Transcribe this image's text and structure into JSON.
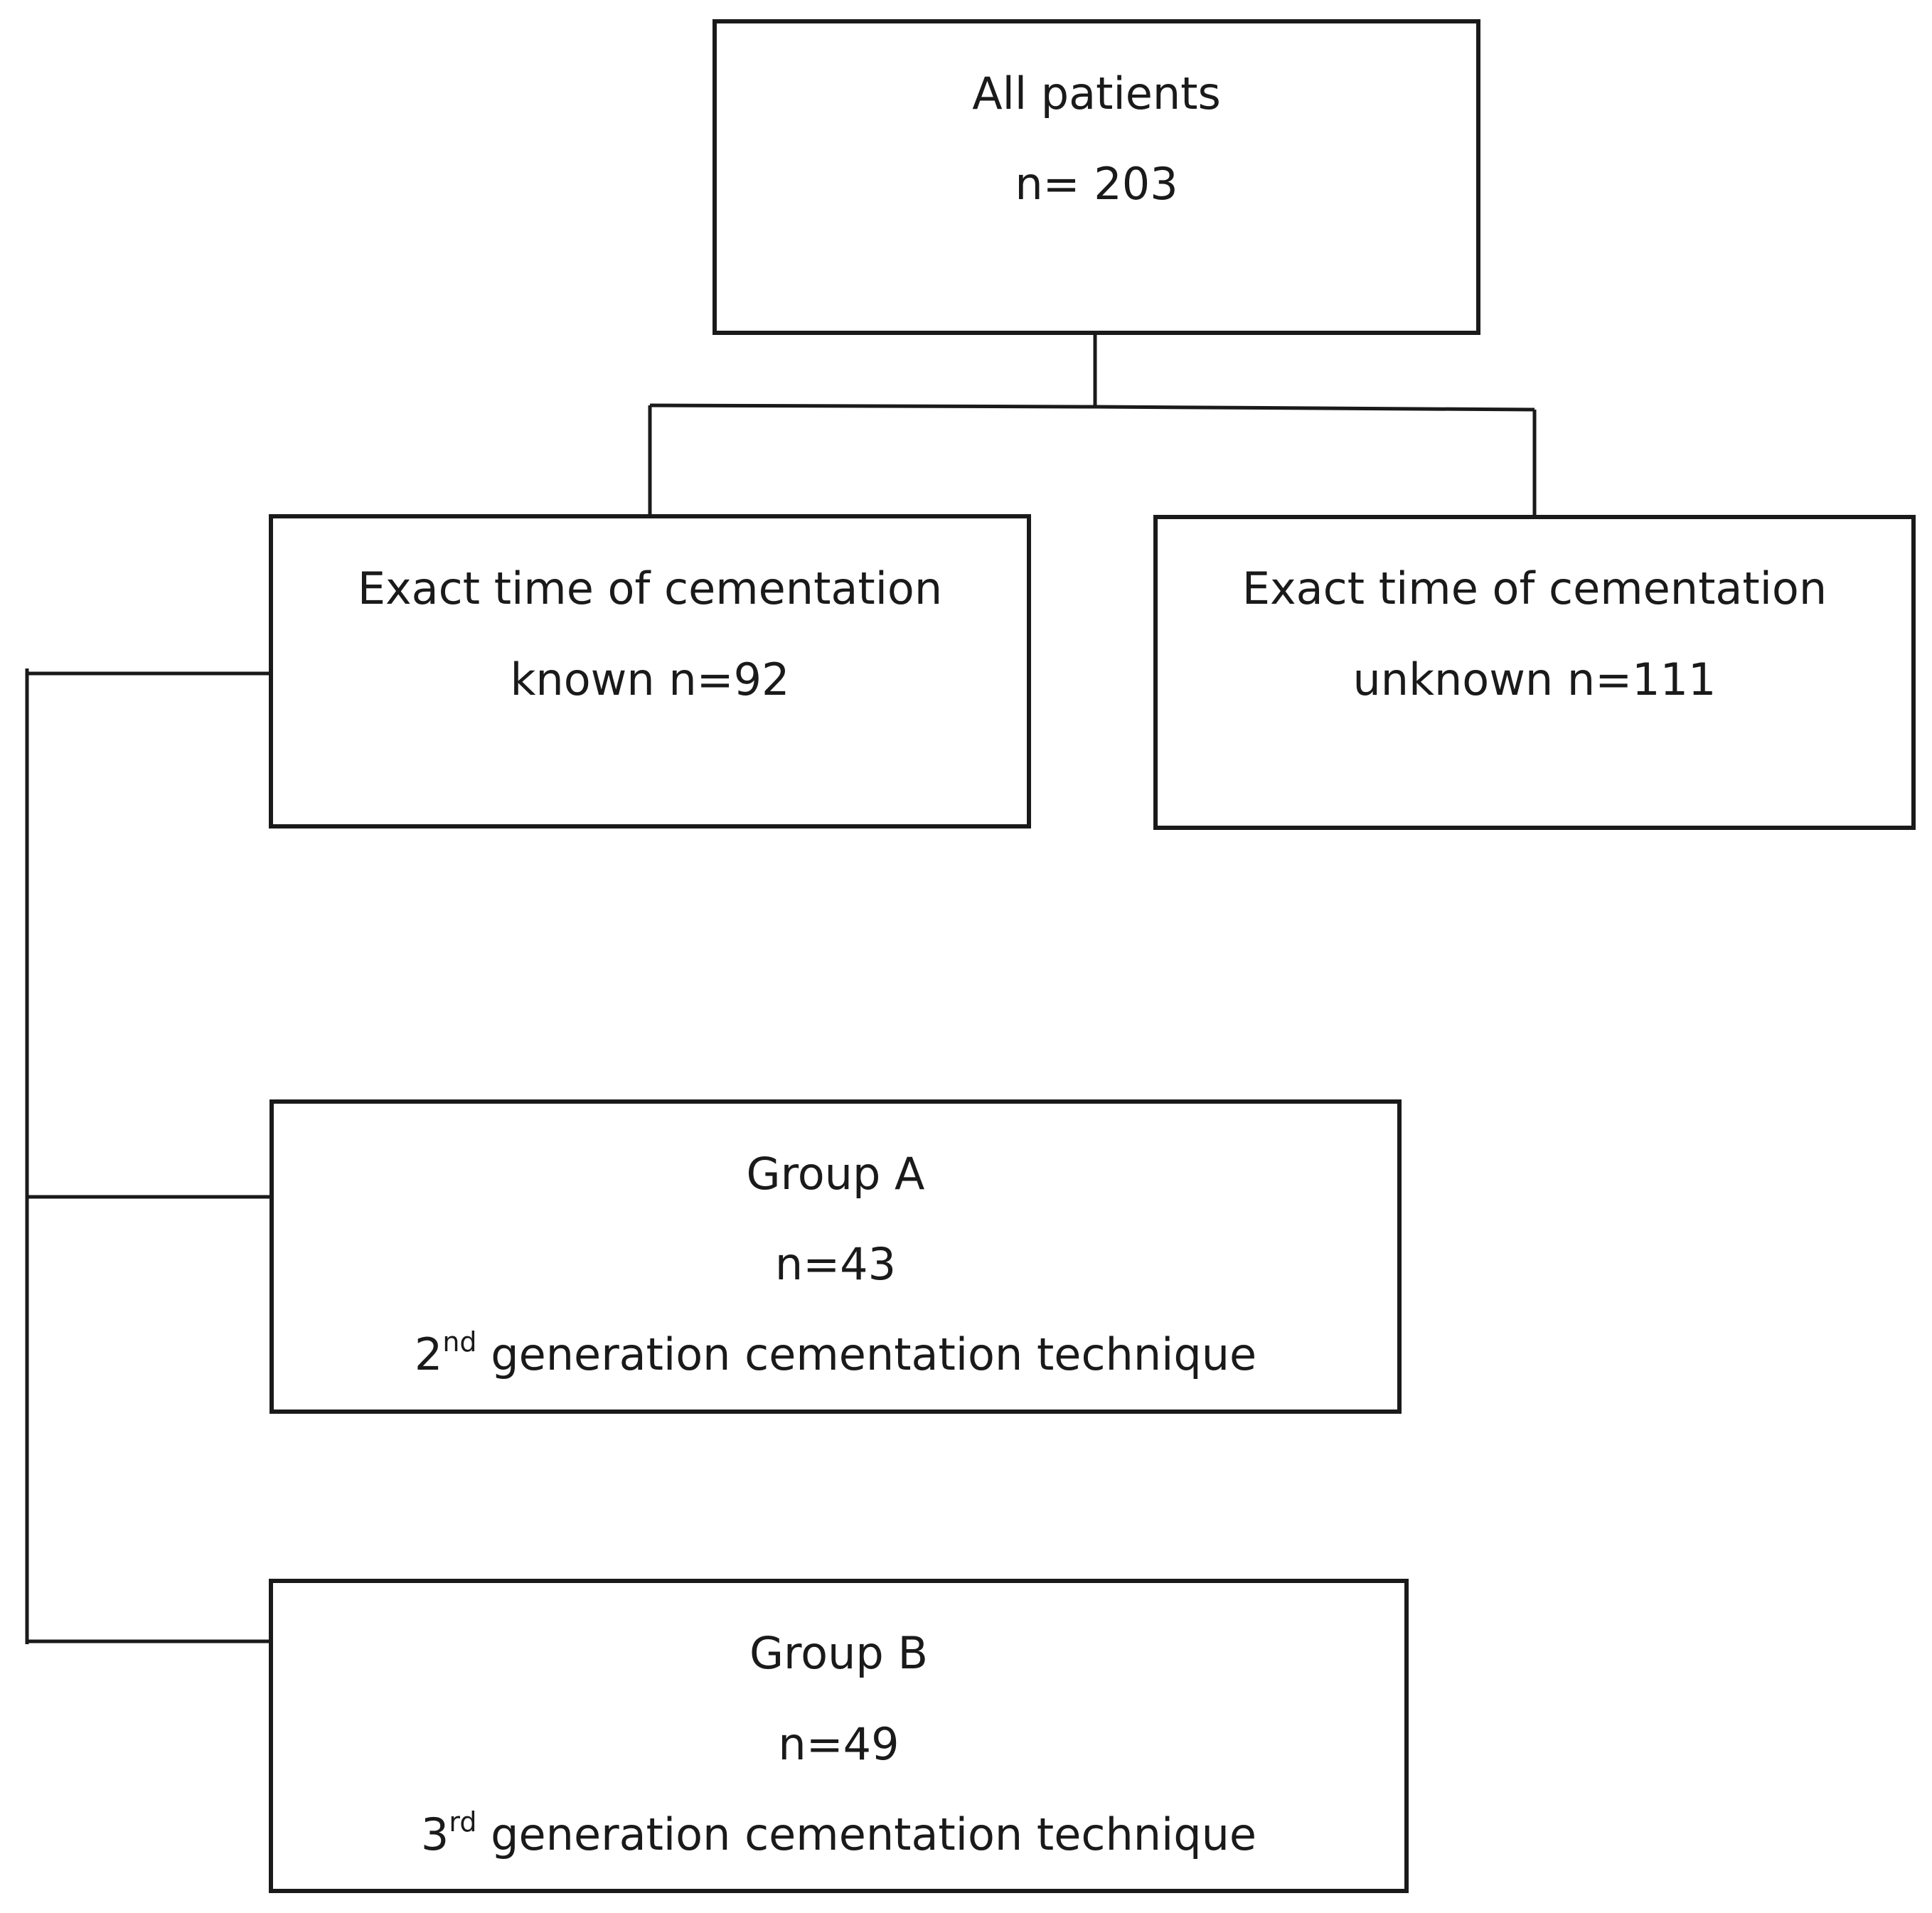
{
  "nodes": {
    "all_patients": {
      "title": "All patients",
      "count": "n= 203"
    },
    "known": {
      "line1": "Exact time of cementation",
      "line2": "known n=92"
    },
    "unknown": {
      "line1": "Exact time of cementation",
      "line2": "unknown n=111"
    },
    "group_a": {
      "title": "Group A",
      "count": "n=43",
      "ordinal_number": "2",
      "ordinal_suffix": "nd",
      "technique": "generation cementation technique"
    },
    "group_b": {
      "title": "Group B",
      "count": "n=49",
      "ordinal_number": "3",
      "ordinal_suffix": "rd",
      "technique": "generation cementation technique"
    }
  },
  "edges": [
    {
      "from": "all_patients",
      "to": "known"
    },
    {
      "from": "all_patients",
      "to": "unknown"
    },
    {
      "from": "known",
      "to": "group_a"
    },
    {
      "from": "known",
      "to": "group_b"
    }
  ],
  "colors": {
    "stroke": "#1a1a1a",
    "background": "#ffffff"
  }
}
